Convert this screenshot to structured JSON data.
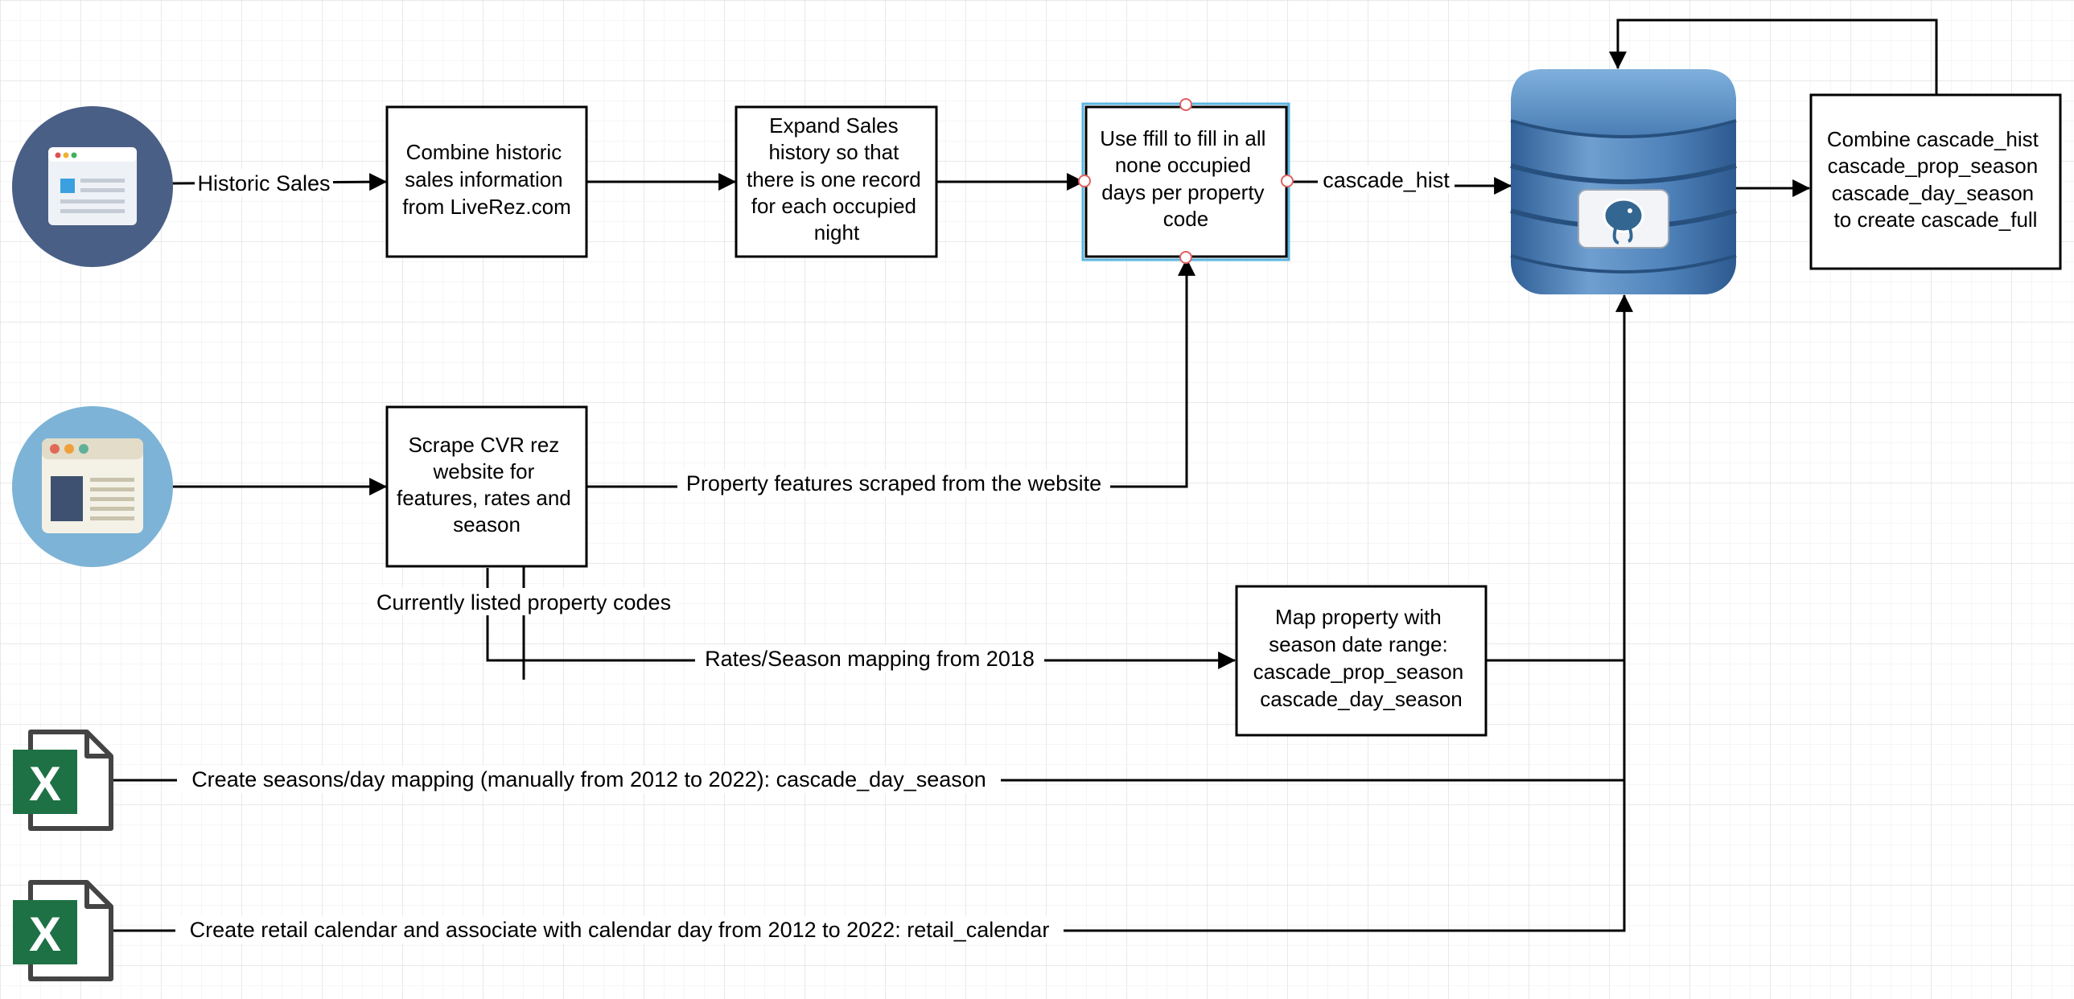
{
  "diagram": {
    "nodes": {
      "combine_historic": [
        "Combine historic",
        "sales information",
        "from LiveRez.com"
      ],
      "expand_sales": [
        "Expand Sales",
        "history so that",
        "there is one record",
        "for each occupied",
        "night"
      ],
      "ffill": [
        "Use ffill to fill in all",
        "none occupied",
        "days per property",
        "code"
      ],
      "scrape": [
        "Scrape CVR rez",
        "website for",
        "features, rates and",
        "season"
      ],
      "map_property": [
        "Map property with",
        "season date range:",
        "cascade_prop_season",
        "cascade_day_season"
      ],
      "combine_cascade": [
        "Combine cascade_hist",
        "cascade_prop_season",
        "cascade_day_season",
        "to create cascade_full"
      ]
    },
    "edges": {
      "historic_sales": "Historic Sales",
      "cascade_hist": "cascade_hist",
      "property_features": "Property features scraped from the website",
      "currently_listed": "Currently listed property codes",
      "rates_season": "Rates/Season mapping from  2018",
      "seasons_day": "Create seasons/day mapping (manually from 2012 to 2022): cascade_day_season",
      "retail_calendar": "Create retail calendar and associate with calendar day from 2012 to 2022: retail_calendar"
    },
    "icons": {
      "browser_1": "browser-window-icon",
      "browser_2": "web-page-icon",
      "excel_1": "excel-icon",
      "excel_2": "excel-icon",
      "database": "postgresql-database-icon"
    },
    "colors": {
      "selection": "#5bb5e0",
      "browser_dark": "#4a5f86",
      "browser_light": "#7db3d6",
      "excel_green": "#1e7145",
      "db_blue": "#3f73ae"
    }
  }
}
